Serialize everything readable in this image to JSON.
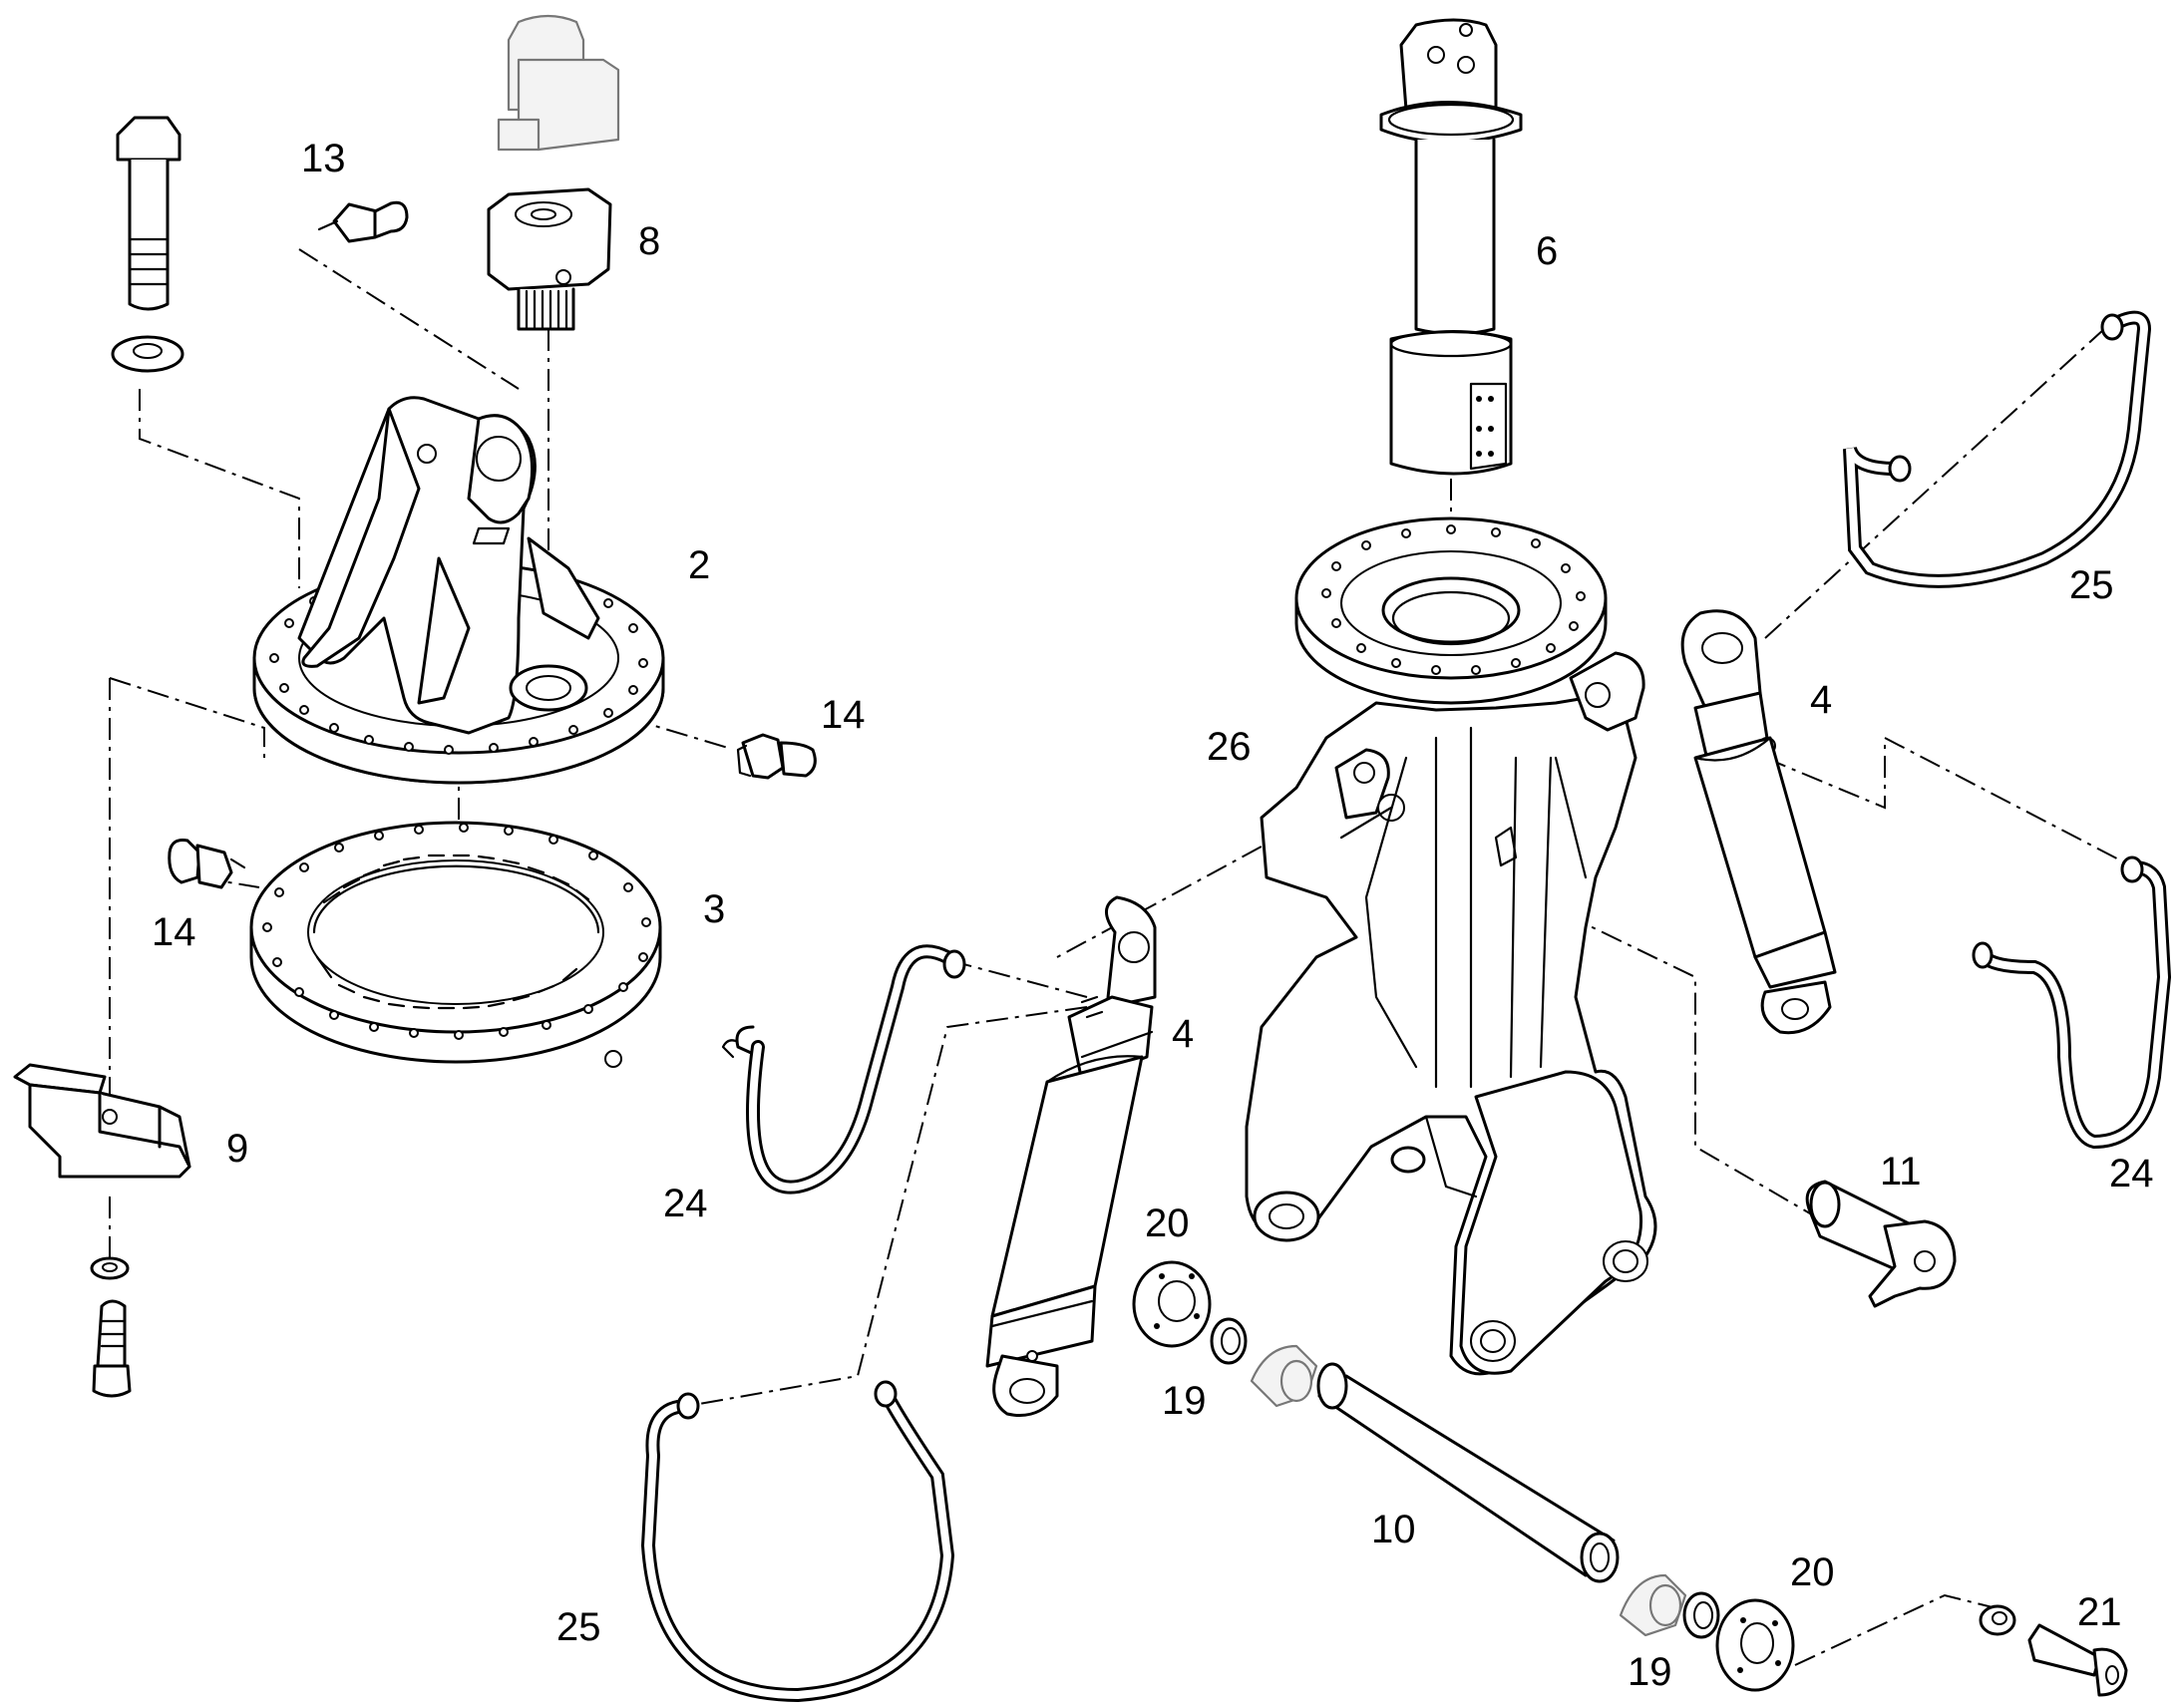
{
  "callouts": {
    "c2": "2",
    "c3": "3",
    "c4a": "4",
    "c4b": "4",
    "c6": "6",
    "c8": "8",
    "c9": "9",
    "c10": "10",
    "c11": "11",
    "c13": "13",
    "c14a": "14",
    "c14b": "14",
    "c19a": "19",
    "c19b": "19",
    "c20a": "20",
    "c20b": "20",
    "c21": "21",
    "c24a": "24",
    "c24b": "24",
    "c25a": "25",
    "c25b": "25",
    "c26": "26"
  }
}
